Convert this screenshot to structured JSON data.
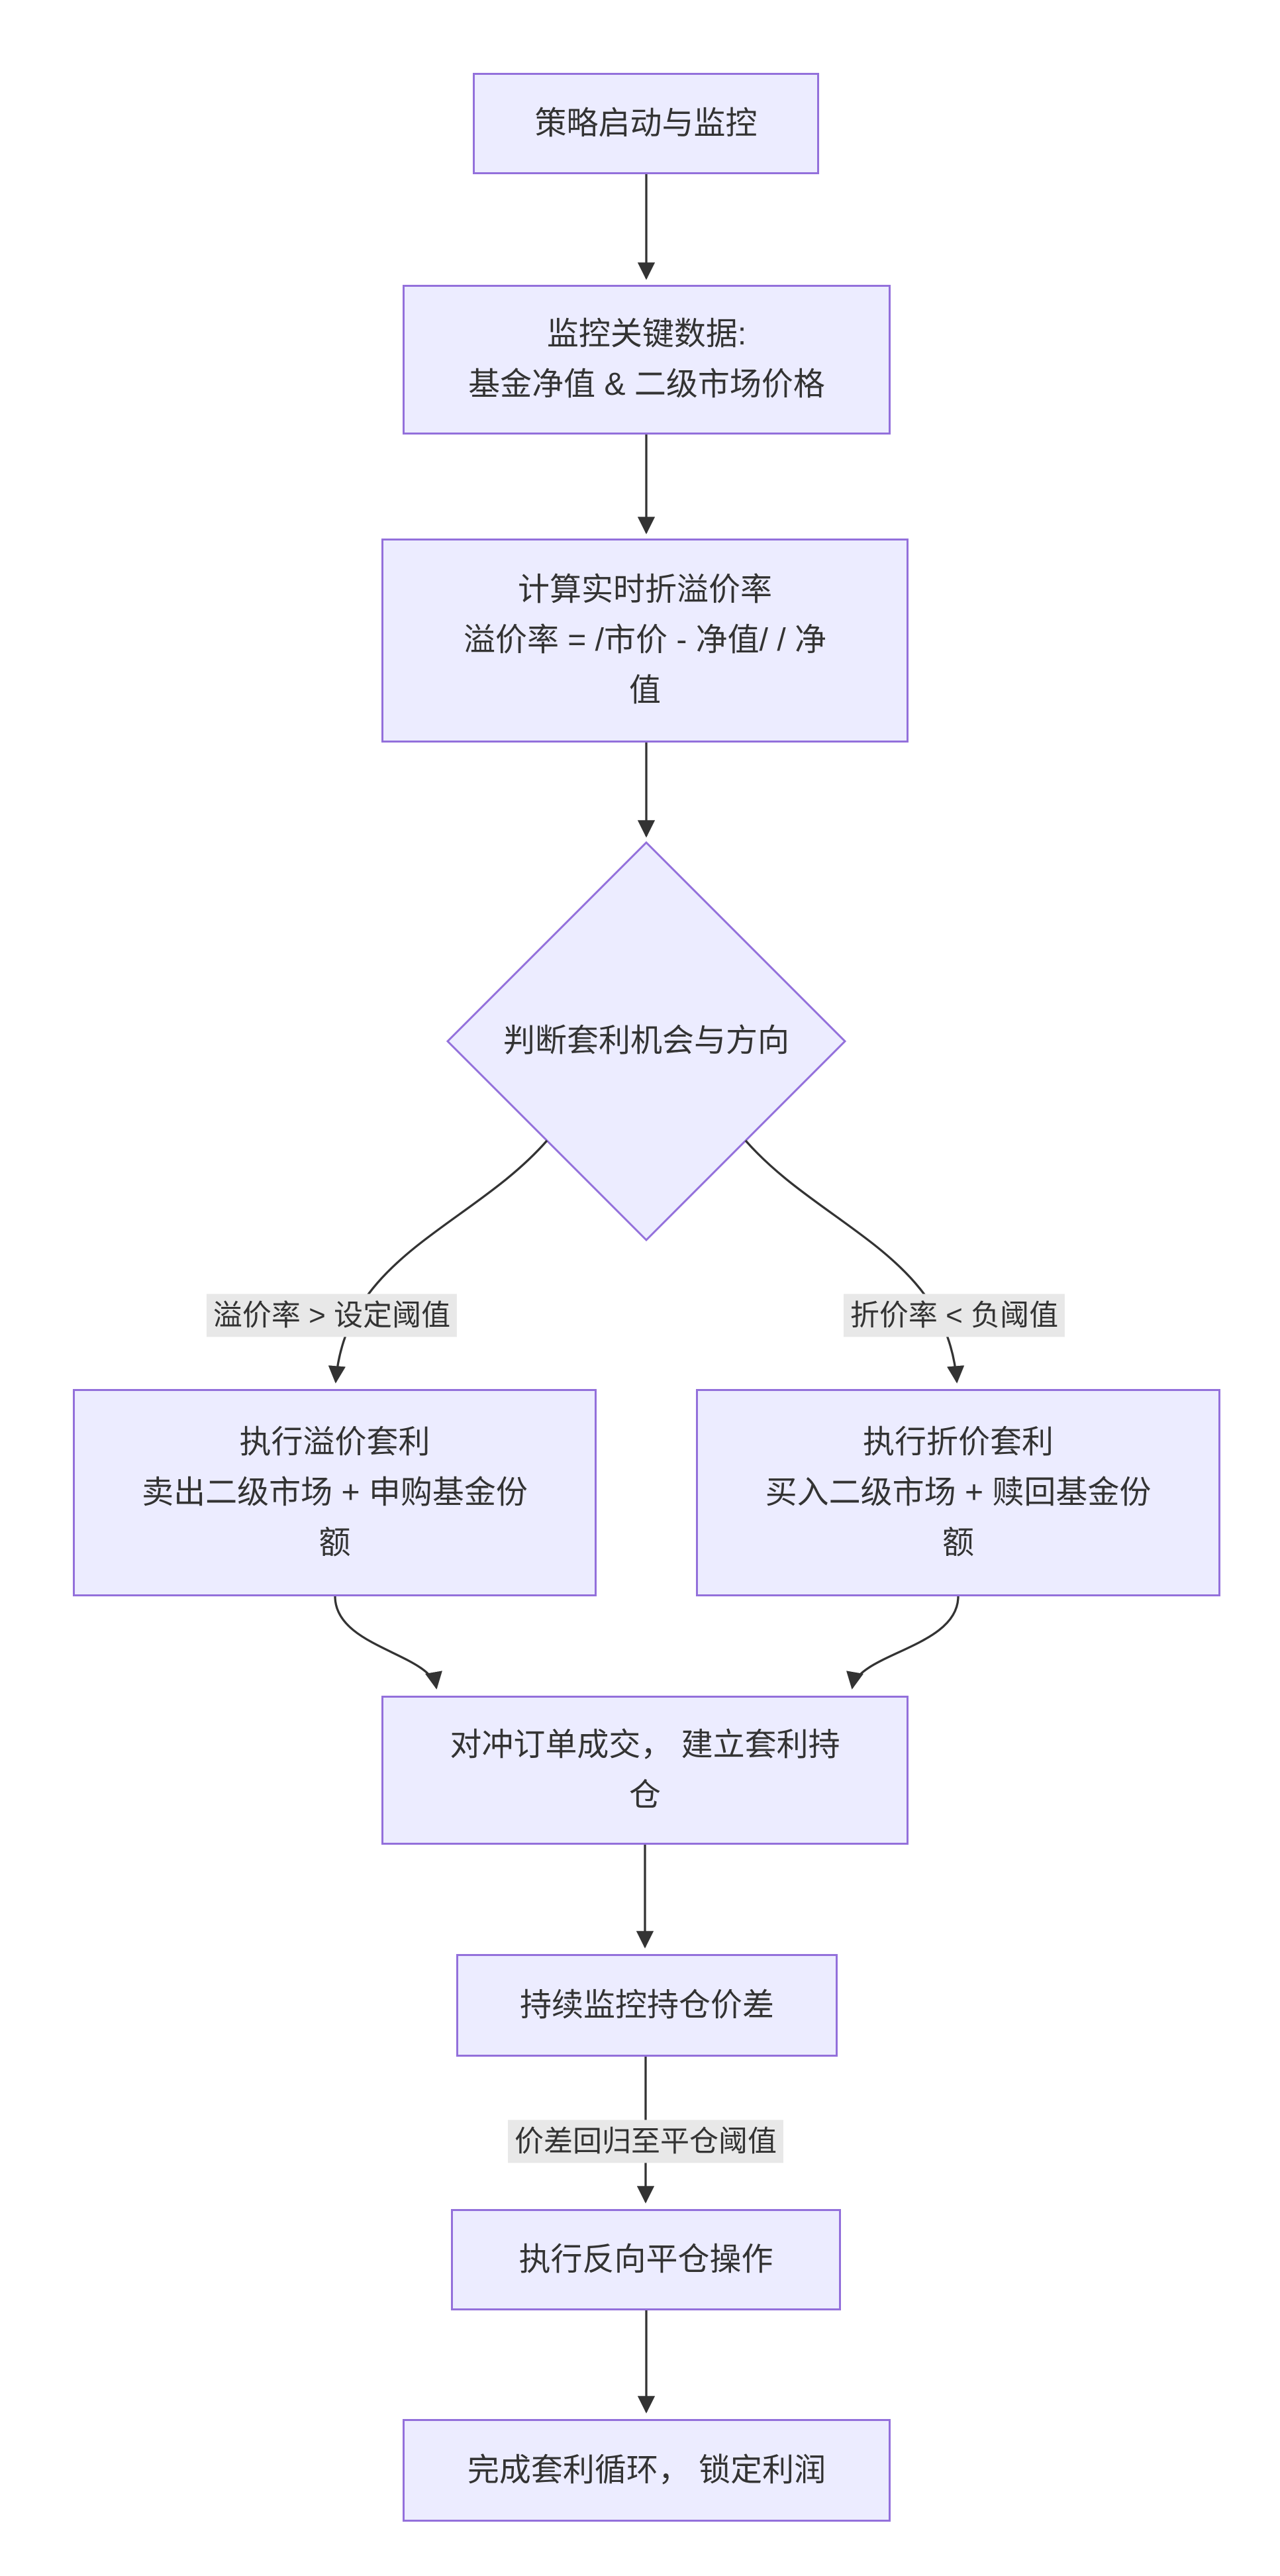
{
  "colors": {
    "node_fill": "#ECECFF",
    "node_border": "#9370DB",
    "edge_line": "#333333",
    "text_color": "#333333",
    "edge_label_bg": "#e8e8e8",
    "page_bg": "#ffffff"
  },
  "flowchart": {
    "type": "flowchart-top-down",
    "nodes": [
      {
        "id": "start",
        "shape": "rect",
        "lines": [
          "策略启动与监控"
        ]
      },
      {
        "id": "monitor-data",
        "shape": "rect",
        "lines": [
          "监控关键数据:",
          "基金净值 & 二级市场价格"
        ]
      },
      {
        "id": "calc-premium",
        "shape": "rect",
        "lines": [
          "计算实时折溢价率",
          "溢价率 = /市价 - 净值/ / 净",
          "值"
        ]
      },
      {
        "id": "decision",
        "shape": "diamond",
        "lines": [
          "判断套利机会与方向"
        ]
      },
      {
        "id": "premium-arb",
        "shape": "rect",
        "lines": [
          "执行溢价套利",
          "卖出二级市场 + 申购基金份",
          "额"
        ]
      },
      {
        "id": "discount-arb",
        "shape": "rect",
        "lines": [
          "执行折价套利",
          "买入二级市场 + 赎回基金份",
          "额"
        ]
      },
      {
        "id": "hedge-filled",
        "shape": "rect",
        "lines": [
          "对冲订单成交， 建立套利持",
          "仓"
        ]
      },
      {
        "id": "monitor-spread",
        "shape": "rect",
        "lines": [
          "持续监控持仓价差"
        ]
      },
      {
        "id": "close-position",
        "shape": "rect",
        "lines": [
          "执行反向平仓操作"
        ]
      },
      {
        "id": "complete",
        "shape": "rect",
        "lines": [
          "完成套利循环， 锁定利润"
        ]
      }
    ],
    "edge_labels": [
      {
        "text": "溢价率 > 设定阈值"
      },
      {
        "text": "折价率 < 负阈值"
      },
      {
        "text": "价差回归至平仓阈值"
      }
    ]
  }
}
